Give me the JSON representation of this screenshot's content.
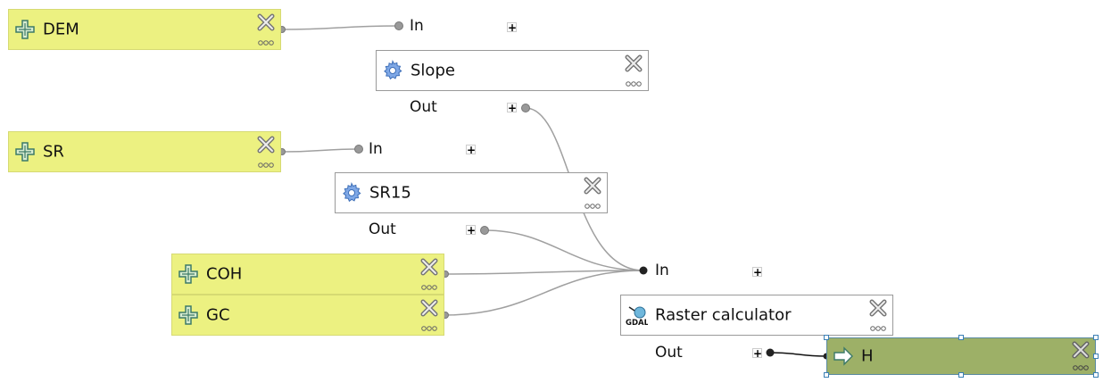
{
  "inputs": {
    "dem": "DEM",
    "sr": "SR",
    "coh": "COH",
    "gc": "GC"
  },
  "algorithms": {
    "slope": {
      "title": "Slope",
      "in": "In",
      "out": "Out"
    },
    "sr15": {
      "title": "SR15",
      "in": "In",
      "out": "Out"
    },
    "raster_calculator": {
      "title": "Raster calculator",
      "in": "In",
      "out": "Out",
      "icon_text": "GDAL"
    }
  },
  "outputs": {
    "h": "H"
  },
  "icons": {
    "input": "plus-cross-icon",
    "algorithm": "gear-icon",
    "gdal": "gdal-icon",
    "output": "arrow-right-icon",
    "delete": "close-icon",
    "options": "more-icon"
  },
  "colors": {
    "input_fill": "#ecf181",
    "output_fill": "#9db067",
    "link": "#a0a0a0",
    "gear": "#5b8fd6"
  }
}
